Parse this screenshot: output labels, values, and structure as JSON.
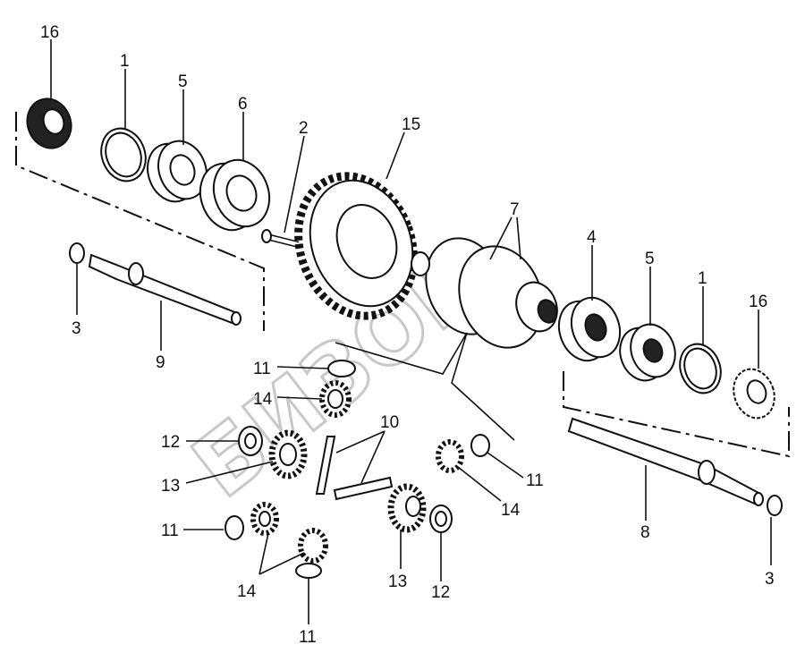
{
  "watermark": "БИЗОН",
  "part_labels": {
    "p16_top": "16",
    "p1_top": "1",
    "p5_top": "5",
    "p6": "6",
    "p2": "2",
    "p15": "15",
    "p7": "7",
    "p4": "4",
    "p5_right": "5",
    "p1_right": "1",
    "p16_right": "16",
    "p3_left": "3",
    "p9": "9",
    "p11_a": "11",
    "p14_a": "14",
    "p10": "10",
    "p12_left": "12",
    "p13_left": "13",
    "p11_right": "11",
    "p14_right": "14",
    "p11_b": "11",
    "p8": "8",
    "p3_right": "3",
    "p14_b": "14",
    "p13_bottom": "13",
    "p12_bottom": "12",
    "p11_bottom": "11"
  }
}
